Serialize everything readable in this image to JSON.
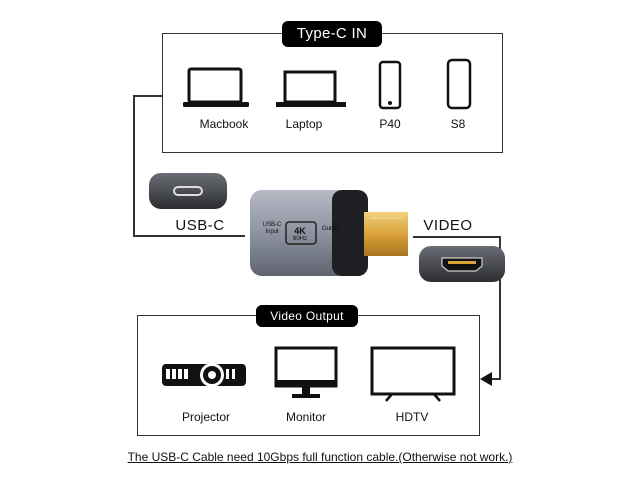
{
  "top_group": {
    "title": "Type-C IN",
    "devices": [
      {
        "label": "Macbook",
        "icon": "macbook-icon"
      },
      {
        "label": "Laptop",
        "icon": "laptop-icon"
      },
      {
        "label": "P40",
        "icon": "phone-icon"
      },
      {
        "label": "S8",
        "icon": "phone-icon"
      }
    ]
  },
  "ports": {
    "usbc_label": "USB-C",
    "video_label": "VIDEO"
  },
  "adapter": {
    "badge": "4K",
    "badge_sub": "60Hz",
    "side_input": "USB-C Input",
    "side_output": "Output"
  },
  "bottom_group": {
    "title": "Video Output",
    "devices": [
      {
        "label": "Projector",
        "icon": "projector-icon"
      },
      {
        "label": "Monitor",
        "icon": "monitor-icon"
      },
      {
        "label": "HDTV",
        "icon": "hdtv-icon"
      }
    ]
  },
  "footnote": "The USB-C Cable need 10Gbps full function cable.(Otherwise not work.)",
  "colors": {
    "accent_gold": "#d9a23a",
    "adapter_gray": "#8d93a0",
    "line": "#333333"
  }
}
